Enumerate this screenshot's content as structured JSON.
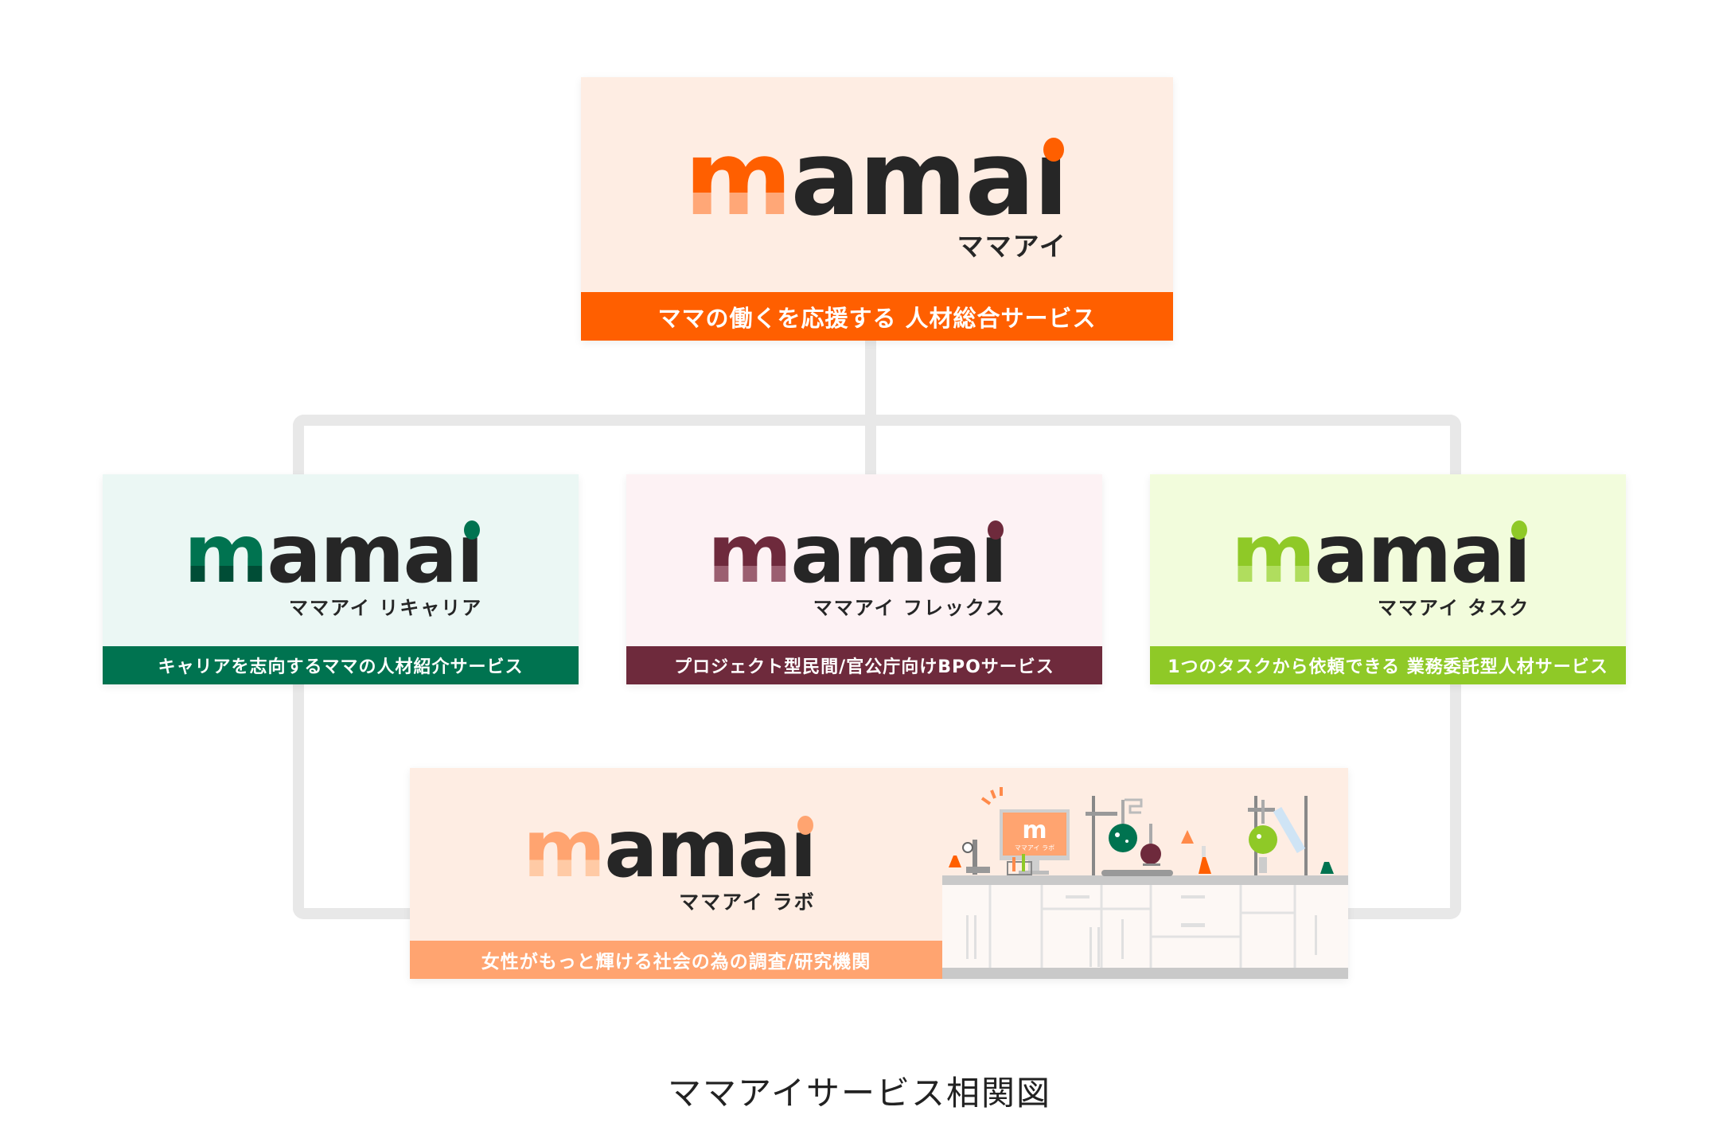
{
  "main": {
    "logo_word": "mamai",
    "kana": "ママアイ",
    "tagline": "ママの働くを応援する 人材総合サービス",
    "bg": "#feede3",
    "accent": "#ff5f00",
    "accent_light": "#ffa777"
  },
  "services": [
    {
      "logo_word": "mamai",
      "kana": "ママアイ リキャリア",
      "tagline": "キャリアを志向するママの人材紹介サービス",
      "bg": "#ebf7f4",
      "accent": "#007350",
      "accent_dark": "#004d36"
    },
    {
      "logo_word": "mamai",
      "kana": "ママアイ フレックス",
      "tagline": "プロジェクト型民間/官公庁向けBPOサービス",
      "bg": "#fdf2f4",
      "accent": "#6e2a3c",
      "accent_light": "#9b5f70"
    },
    {
      "logo_word": "mamai",
      "kana": "ママアイ タスク",
      "tagline": "1つのタスクから依頼できる 業務委託型人材サービス",
      "bg": "#f2fcdc",
      "accent": "#8fc927",
      "accent_light": "#b0dd5e"
    }
  ],
  "lab": {
    "logo_word": "mamai",
    "kana": "ママアイ ラボ",
    "tagline": "女性がもっと輝ける社会の為の調査/研究機関",
    "screen_logo": "m",
    "screen_kana": "ママアイ ラボ",
    "bg": "#feede3",
    "accent": "#ffa470",
    "accent_light": "#ffcaa5"
  },
  "caption": "ママアイサービス相関図"
}
